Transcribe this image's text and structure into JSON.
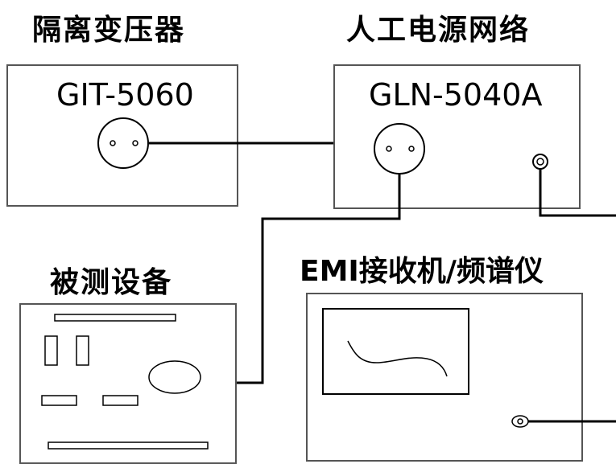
{
  "diagram": {
    "isolation_transformer": {
      "title": "隔离变压器",
      "model": "GIT-5060"
    },
    "lisn": {
      "title": "人工电源网络",
      "model": "GLN-5040A"
    },
    "eut": {
      "title": "被测设备"
    },
    "receiver": {
      "title": "EMI接收机/频谱仪"
    }
  }
}
